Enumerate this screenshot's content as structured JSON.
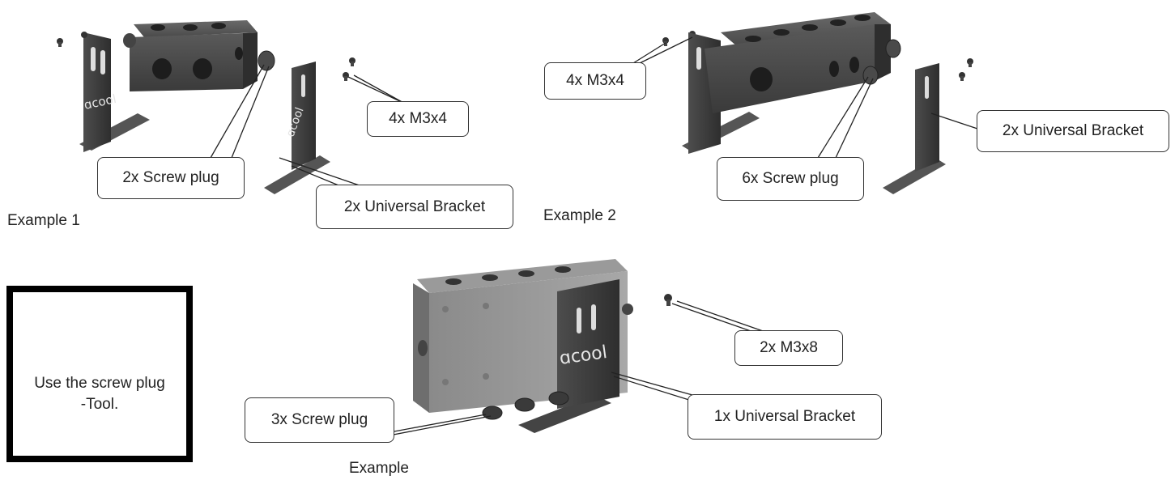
{
  "example1": {
    "caption": "Example 1",
    "labels": {
      "screws": "4x M3x4",
      "plugs": "2x Screw plug",
      "brackets": "2x Universal Bracket"
    }
  },
  "example2": {
    "caption": "Example 2",
    "labels": {
      "screws": "4x M3x4",
      "plugs": "6x Screw plug",
      "brackets": "2x Universal Bracket"
    }
  },
  "example3": {
    "caption": "Example",
    "labels": {
      "screws": "2x M3x8",
      "plugs": "3x Screw plug",
      "brackets": "1x Universal Bracket"
    }
  },
  "tool_box": {
    "text_line1": "Use the screw plug",
    "text_line2": "-Tool."
  },
  "bracket_logo": "alphacool-logo-icon",
  "colors": {
    "metal_dark": "#3a3a3a",
    "metal_mid": "#5a5a5a",
    "label_border": "#333333"
  }
}
